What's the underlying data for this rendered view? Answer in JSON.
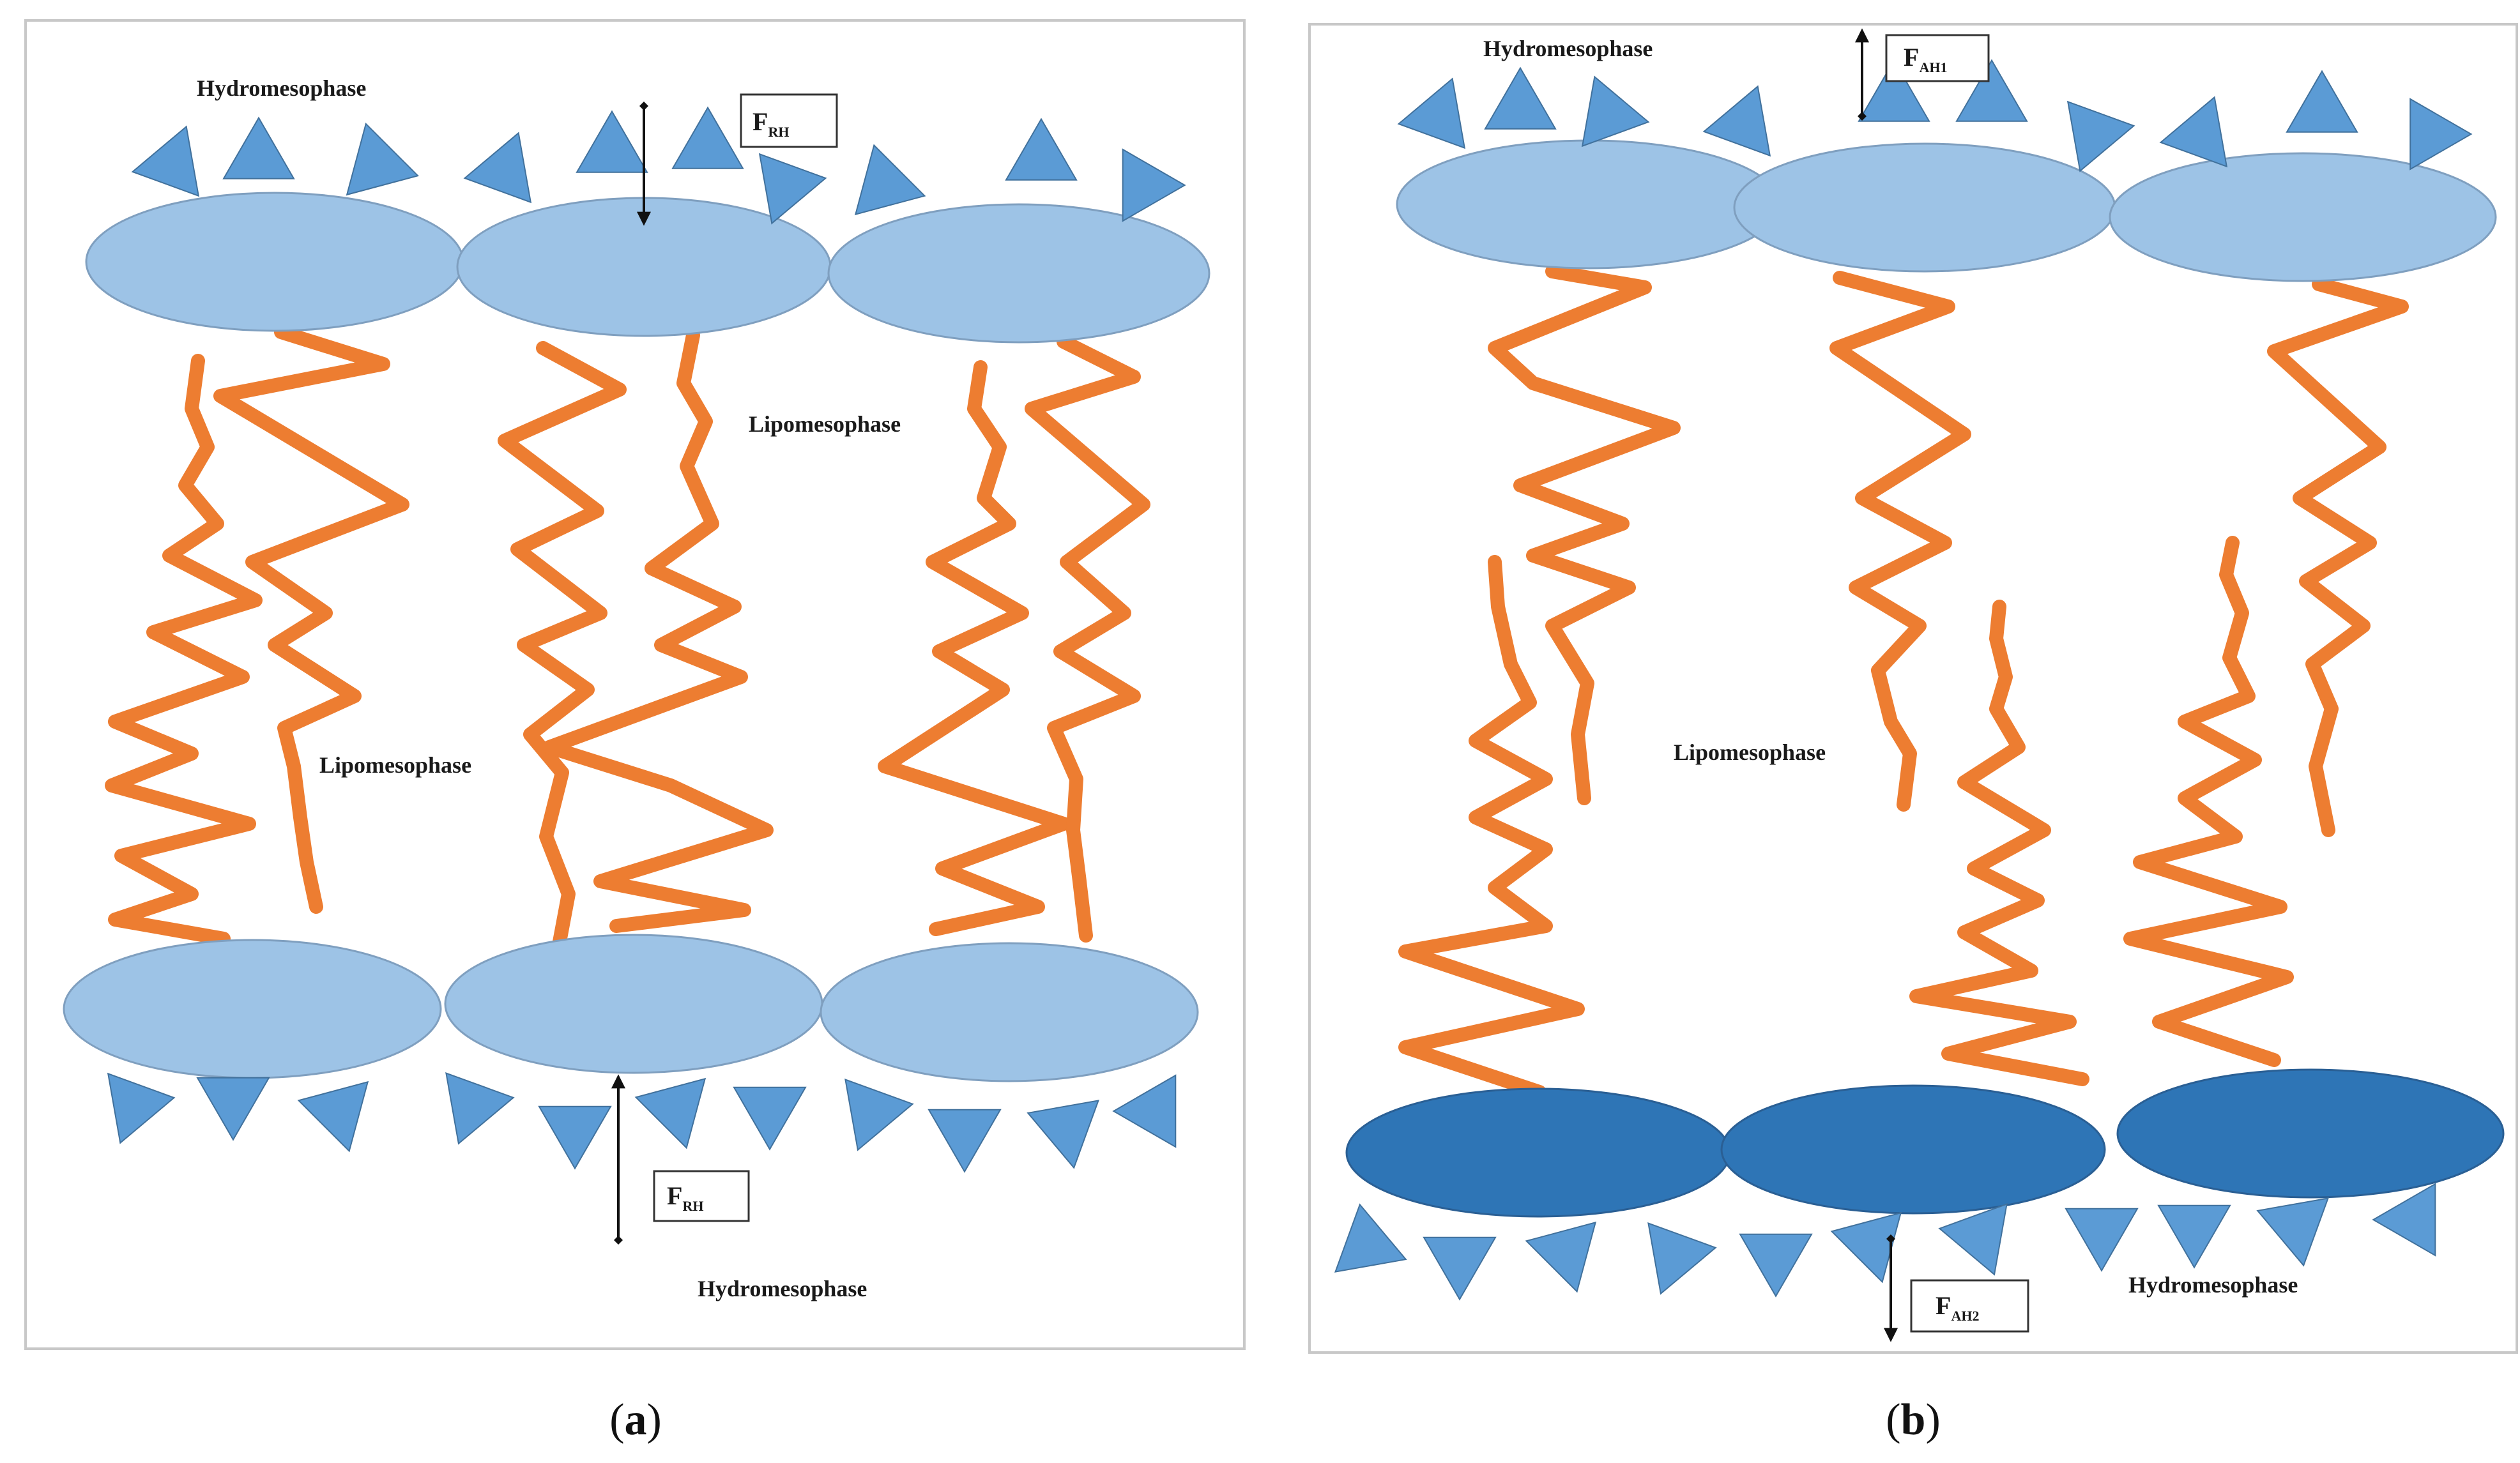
{
  "panel_a": {
    "caption_letter": "a",
    "labels": {
      "hydro_top": "Hydromesophase",
      "lipo_right": "Lipomesophase",
      "lipo_center": "Lipomesophase",
      "hydro_bottom": "Hydromesophase"
    },
    "forces": [
      {
        "base": "F",
        "sub": "RH"
      },
      {
        "base": "F",
        "sub": "RH"
      }
    ]
  },
  "panel_b": {
    "caption_letter": "b",
    "labels": {
      "hydro_top": "Hydromesophase",
      "lipo_center": "Lipomesophase",
      "hydro_bottom": "Hydromesophase"
    },
    "forces": [
      {
        "base": "F",
        "sub": "AH1"
      },
      {
        "base": "F",
        "sub": "AH2"
      }
    ]
  },
  "colors": {
    "head_light": "#9dc3e6",
    "head_dark": "#2e75b6",
    "head_stroke": "#7f9fbf",
    "triangle": "#5b9bd5",
    "triangle_stroke": "#41719c",
    "tail": "#ed7d31",
    "frame": "#c8c8c8"
  }
}
